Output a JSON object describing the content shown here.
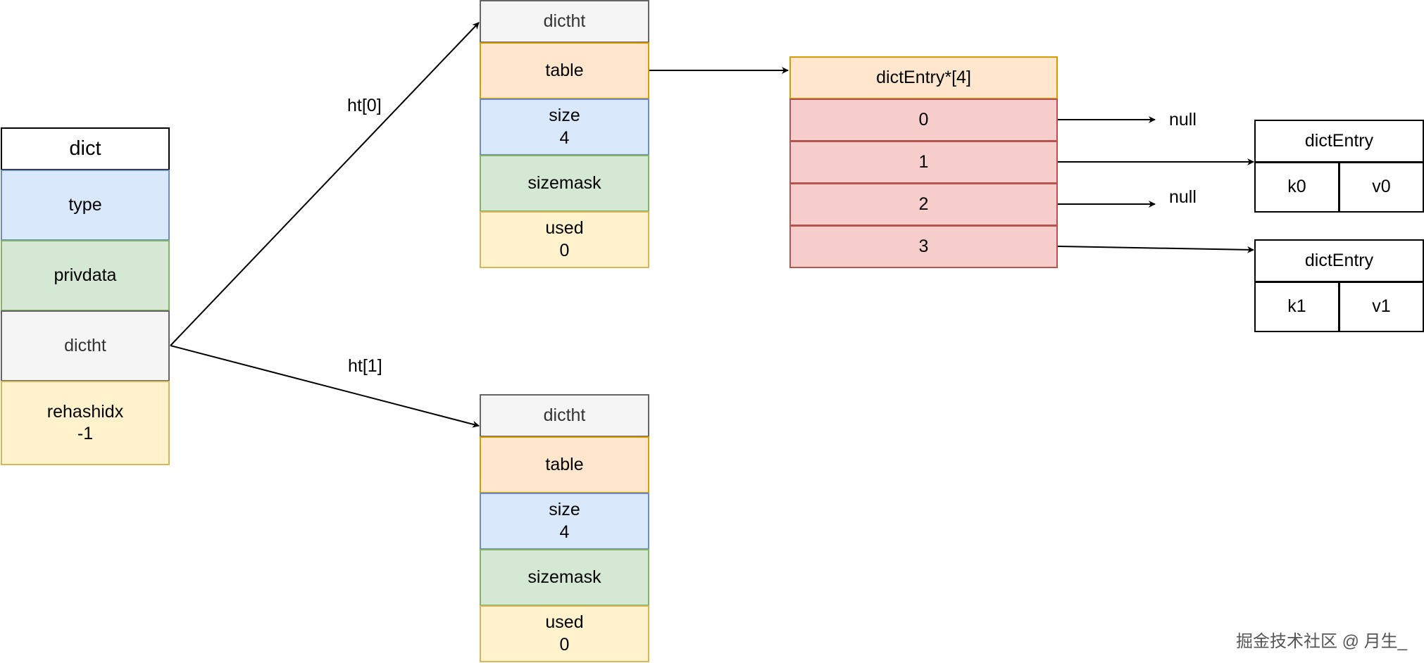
{
  "dict": {
    "title": "dict",
    "fields": [
      "type",
      "privdata",
      "dictht",
      "rehashidx\n-1"
    ]
  },
  "links": {
    "ht0": "ht[0]",
    "ht1": "ht[1]"
  },
  "dictht_top": {
    "title": "dictht",
    "fields": [
      "table",
      "size\n4",
      "sizemask",
      "used\n0"
    ]
  },
  "dictht_bottom": {
    "title": "dictht",
    "fields": [
      "table",
      "size\n4",
      "sizemask",
      "used\n0"
    ]
  },
  "entries": {
    "title": "dictEntry*[4]",
    "slots": [
      "0",
      "1",
      "2",
      "3"
    ]
  },
  "null_labels": [
    "null",
    "null"
  ],
  "entry_nodes": [
    {
      "title": "dictEntry",
      "key": "k0",
      "value": "v0"
    },
    {
      "title": "dictEntry",
      "key": "k1",
      "value": "v1"
    }
  ],
  "watermark": "掘金技术社区 @ 月生_",
  "colors": {
    "blue_fill": "#dae8fc",
    "green_fill": "#d5e8d4",
    "grey_fill": "#f5f5f5",
    "yellow_fill": "#fff2cc",
    "orange_fill": "#ffe6cc",
    "red_fill": "#f8cecc",
    "line": "#000000"
  }
}
